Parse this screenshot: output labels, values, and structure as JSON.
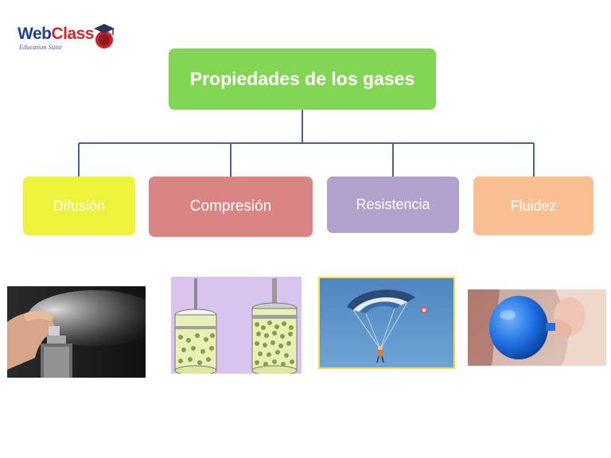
{
  "logo": {
    "brand_part1": "Web",
    "brand_part2": "Class",
    "tagline": "Education Suite"
  },
  "diagram": {
    "root": "Propiedades de los gases",
    "children": [
      "Difusión",
      "Compresión",
      "Resistencia",
      "Fluidez"
    ]
  },
  "images": [
    {
      "icon": "perfume-spray-photo"
    },
    {
      "icon": "gas-compression-cylinders-illustration"
    },
    {
      "icon": "parachutist-sky-photo"
    },
    {
      "icon": "blowing-balloon-photo"
    }
  ],
  "colors": {
    "root": "#82d654",
    "difusion": "#eef23a",
    "compresion": "#d98584",
    "resistencia": "#b1a1cd",
    "fluidez": "#f9be91",
    "connector": "#3d6a99"
  }
}
